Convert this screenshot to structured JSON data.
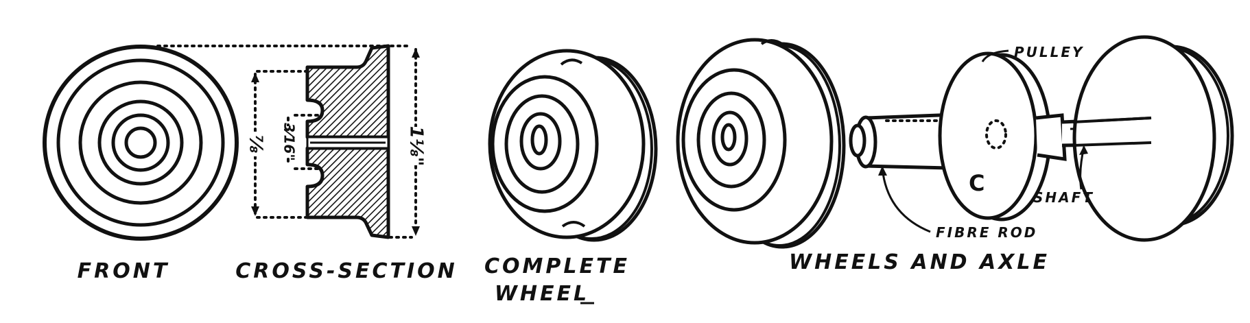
{
  "captions": {
    "front": "FRONT",
    "cross_section": "CROSS-SECTION",
    "complete_line1": "COMPLETE",
    "complete_line2": "WHEEL",
    "wheels_axle": "WHEELS AND AXLE"
  },
  "callouts": {
    "pulley": "PULLEY",
    "shaft": "SHAFT",
    "fibre_rod": "FIBRE ROD",
    "c_label": "C"
  },
  "dimensions": {
    "overall": "1⅛\"",
    "bore": "⅞",
    "small": "3⁄16\""
  },
  "colors": {
    "ink": "#111111",
    "paper": "#ffffff"
  }
}
